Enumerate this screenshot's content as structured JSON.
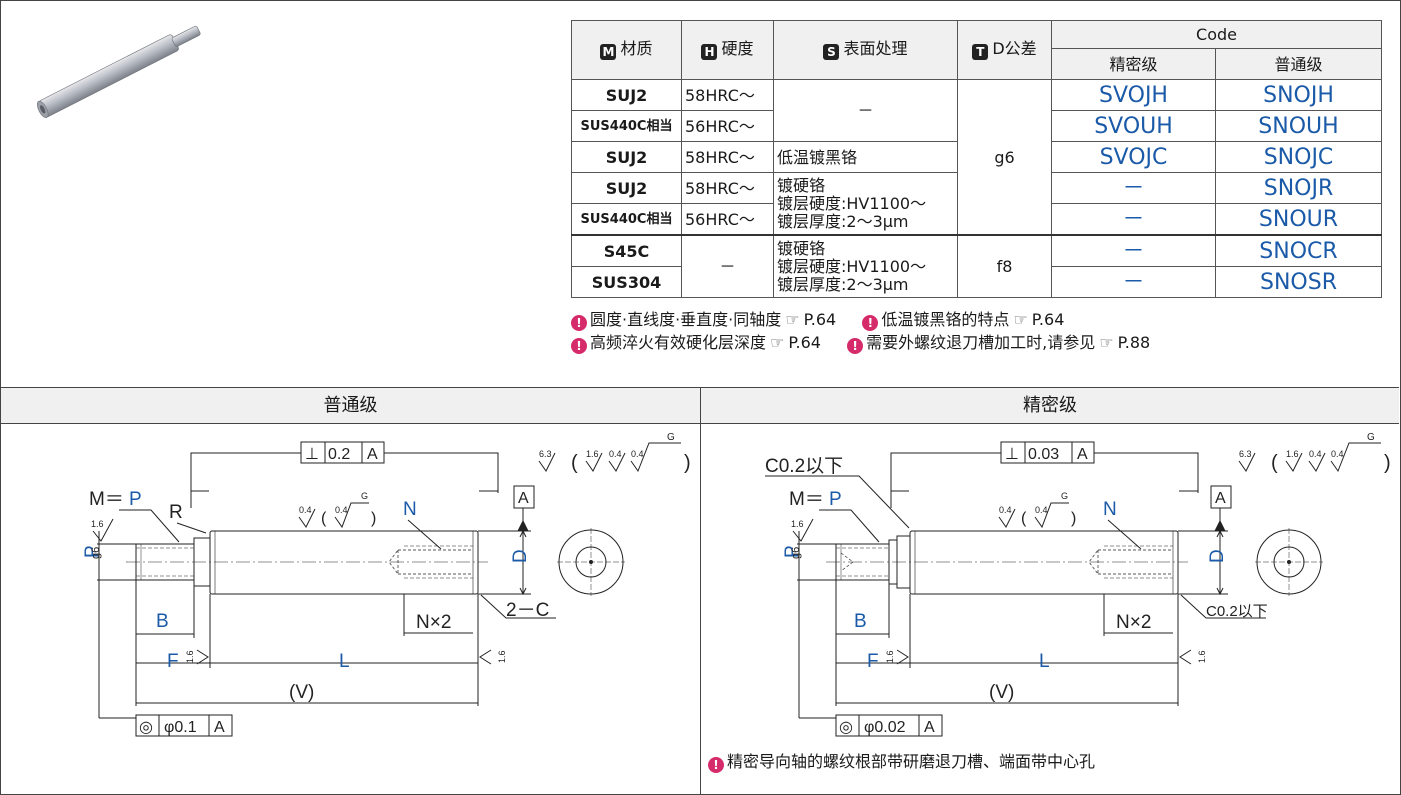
{
  "table": {
    "headers": {
      "material": "材质",
      "material_icon": "M",
      "hardness": "硬度",
      "hardness_icon": "H",
      "surface": "表面处理",
      "surface_icon": "S",
      "tolerance": "D公差",
      "tolerance_icon": "T",
      "code": "Code",
      "precision": "精密级",
      "standard": "普通级"
    },
    "rows": [
      {
        "material": "SUJ2",
        "hardness": "58HRC～",
        "precision": "SVOJH",
        "standard": "SNOJH"
      },
      {
        "material": "SUS440C相当",
        "hardness": "56HRC～",
        "precision": "SVOUH",
        "standard": "SNOUH"
      },
      {
        "material": "SUJ2",
        "hardness": "58HRC～",
        "precision": "SVOJC",
        "standard": "SNOJC"
      },
      {
        "material": "SUJ2",
        "hardness": "58HRC～",
        "precision": "－",
        "standard": "SNOJR"
      },
      {
        "material": "SUS440C相当",
        "hardness": "56HRC～",
        "precision": "－",
        "standard": "SNOUR"
      },
      {
        "material": "S45C",
        "hardness": "－",
        "precision": "－",
        "standard": "SNOCR"
      },
      {
        "material": "SUS304",
        "hardness": "－",
        "precision": "－",
        "standard": "SNOSR"
      }
    ],
    "surface_none": "－",
    "surface_black": "低温镀黑铬",
    "surface_chrome": {
      "l1": "镀硬铬",
      "l2": "镀层硬度:HV1100～",
      "l3": "镀层厚度:2～3μm"
    },
    "tol_g6": "g6",
    "tol_f8": "f8"
  },
  "notes": {
    "n1": "圆度·直线度·垂直度·同轴度",
    "n1_ref": "P.64",
    "n2": "低温镀黑铬的特点",
    "n2_ref": "P.64",
    "n3": "高频淬火有效硬化层深度",
    "n3_ref": "P.64",
    "n4": "需要外螺纹退刀槽加工时,请参见",
    "n4_ref": "P.88",
    "ref_icon": "☞",
    "warn_icon": "!"
  },
  "sections": {
    "left_title": "普通级",
    "right_title": "精密级",
    "right_note": "精密导向轴的螺纹根部带研磨退刀槽、端面带中心孔"
  },
  "drawing_left": {
    "perp": "⊥",
    "perp_val": "0.2",
    "datum": "A",
    "mp_m": "M＝",
    "mp_p": "P",
    "r": "R",
    "n": "N",
    "d": "D",
    "pg": "P",
    "g6": "g6",
    "b": "B",
    "f": "F",
    "l": "L",
    "v": "(V)",
    "nx2": "N×2",
    "chamfer": "2－C",
    "conc": "◎",
    "conc_val": "φ0.1",
    "conc_datum": "A",
    "rough_16": "1.6",
    "rough_04": "0.4",
    "rough_63": "6.3",
    "g": "G"
  },
  "drawing_right": {
    "perp": "⊥",
    "perp_val": "0.03",
    "datum": "A",
    "c02": "C0.2以下",
    "mp_m": "M＝",
    "mp_p": "P",
    "n": "N",
    "d": "D",
    "pg": "P",
    "g6": "g6",
    "b": "B",
    "f": "F",
    "l": "L",
    "v": "(V)",
    "nx2": "N×2",
    "chamfer": "C0.2以下",
    "conc": "◎",
    "conc_val": "φ0.02",
    "conc_datum": "A",
    "rough_16": "1.6",
    "rough_04": "0.4",
    "rough_63": "6.3",
    "g": "G"
  },
  "colors": {
    "blue": "#1a5aa8",
    "warn": "#d62b6a",
    "header_bg": "#f0f0f0"
  }
}
